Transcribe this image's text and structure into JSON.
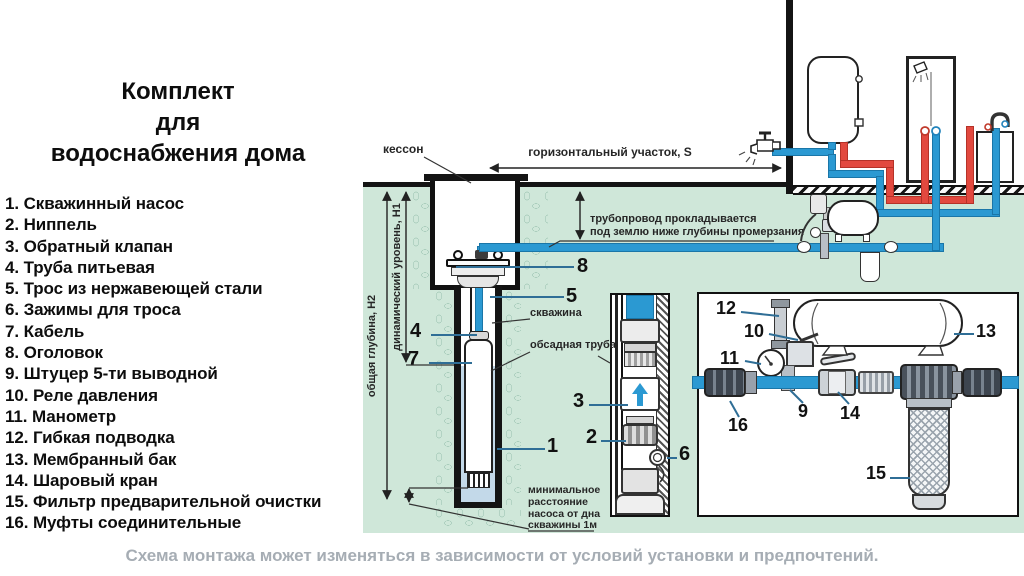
{
  "title": {
    "l1": "Комплект",
    "l2": "для",
    "l3": "водоснабжения дома"
  },
  "parts": {
    "items": [
      {
        "num": "1.",
        "label": "Скважинный насос"
      },
      {
        "num": "2.",
        "label": "Ниппель"
      },
      {
        "num": "3.",
        "label": "Обратный клапан"
      },
      {
        "num": "4.",
        "label": "Труба питьевая"
      },
      {
        "num": "5.",
        "label": "Трос из нержавеющей стали"
      },
      {
        "num": "6.",
        "label": "Зажимы для троса"
      },
      {
        "num": "7.",
        "label": "Кабель"
      },
      {
        "num": "8.",
        "label": "Оголовок"
      },
      {
        "num": "9.",
        "label": "Штуцер 5-ти выводной"
      },
      {
        "num": "10.",
        "label": "Реле давления"
      },
      {
        "num": "11.",
        "label": "Манометр"
      },
      {
        "num": "12.",
        "label": "Гибкая подводка"
      },
      {
        "num": "13.",
        "label": "Мембранный бак"
      },
      {
        "num": "14.",
        "label": "Шаровый кран"
      },
      {
        "num": "15.",
        "label": "Фильтр предварительной очистки"
      },
      {
        "num": "16.",
        "label": "Муфты соединительные"
      }
    ]
  },
  "caption": "Схема монтажа может изменяться в зависимости от условий установки и предпочтений.",
  "diagram": {
    "labels": {
      "kesson": "кессон",
      "horizontal_section": "горизонтальный участок,  S",
      "freeze_line1": "трубопровод прокладывается",
      "freeze_line2": "под землю ниже глубины промерзания",
      "depth_total": "общая глубина, Н2",
      "depth_dynamic": "динамический уровень, Н1",
      "borehole": "скважина",
      "casing": "обсадная труба",
      "min_distance": "минимальное расстояние насоса от дна скважины 1м"
    },
    "callouts": {
      "c1": "1",
      "c2": "2",
      "c3": "3",
      "c4": "4",
      "c5": "5",
      "c6": "6",
      "c7": "7",
      "c8": "8",
      "c9": "9",
      "c10": "10",
      "c11": "11",
      "c12": "12",
      "c13": "13",
      "c14": "14",
      "c15": "15",
      "c16": "16"
    },
    "colors": {
      "ground": "#cfe7d9",
      "pebble": "#7fae9b",
      "cold_pipe": "#2b99d2",
      "hot_pipe": "#e2493f",
      "water": "#c3d9e9",
      "leader": "#2f6e96",
      "caption_text": "#a6adb4"
    }
  }
}
